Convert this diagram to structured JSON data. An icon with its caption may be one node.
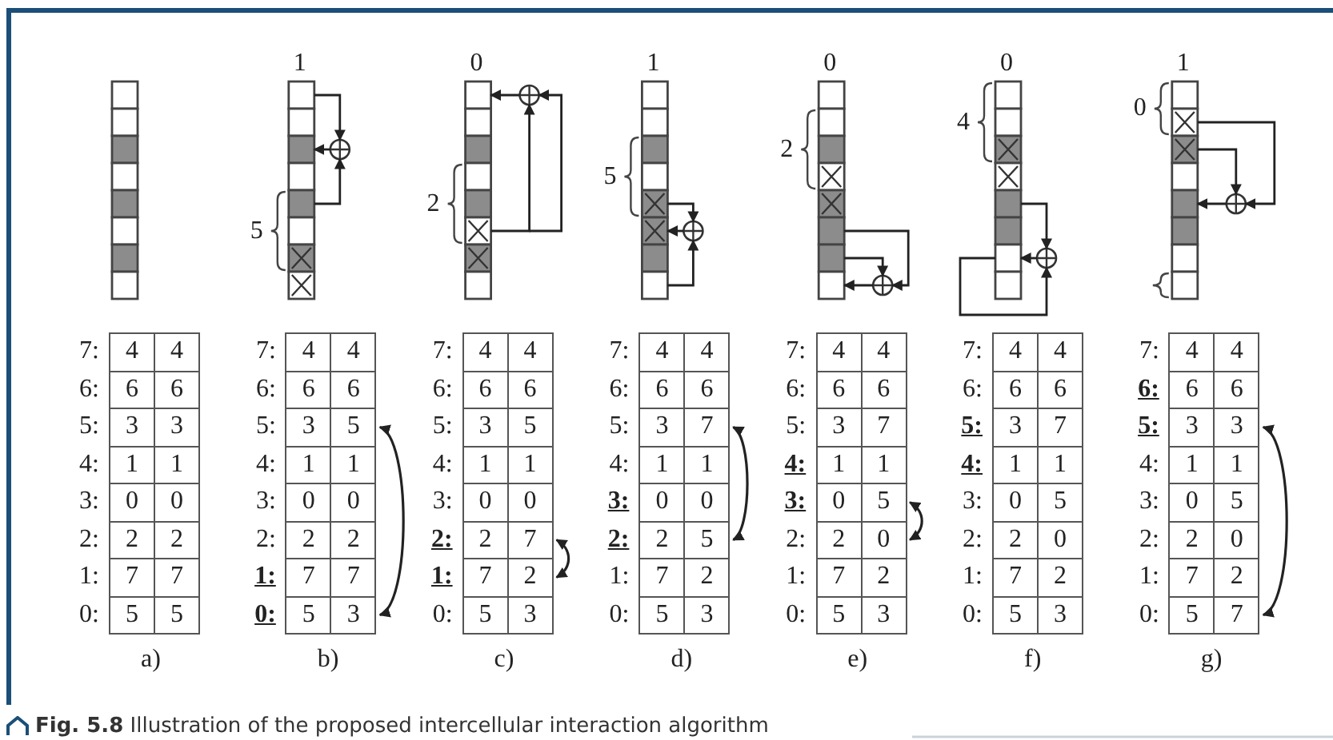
{
  "diagram": {
    "caption": "**Fig. 5.8** Illustration of the proposed intercellular interaction algorithm",
    "nodes": [
      {
        "text": [
          "5"
        ]
      },
      {
        "text": [
          "3"
        ]
      },
      {
        "text": [
          "7"
        ]
      },
      {
        "text": [
          "2"
        ]
      },
      {
        "text": [
          "7"
        ]
      },
      {
        "text": [
          "5"
        ]
      },
      {
        "text": [
          "5"
        ]
      },
      {
        "text": [
          "0"
        ]
      },
      {
        "text": [
          "3"
        ]
      },
      {
        "text": [
          "7"
        ]
      }
    ],
    "edges": [
      {
        "from": 0,
        "to": 1,
        "arrow": "both"
      },
      {
        "from": 2,
        "to": 3,
        "arrow": "both"
      },
      {
        "from": 4,
        "to": 5,
        "arrow": "both"
      },
      {
        "from": 6,
        "to": 7,
        "arrow": "both"
      },
      {
        "from": 8,
        "to": 9,
        "arrow": "both"
      }
    ],
    "labels": [
      "1",
      "0",
      "1",
      "0",
      "0",
      "1",
      "5",
      "2",
      "5",
      "2",
      "4",
      "0",
      "7:",
      "4",
      "4",
      "6:",
      "6",
      "6",
      "5:",
      "3",
      "3",
      "4:",
      "1",
      "1",
      "3:",
      "0",
      "0",
      "2:",
      "2",
      "2",
      "1:",
      "7",
      "7",
      "0:",
      "5",
      "5",
      "a)",
      "7:",
      "4",
      "4",
      "6:",
      "6",
      "6",
      "5:",
      "3",
      "4:",
      "1",
      "1",
      "3:",
      "0",
      "0",
      "2:",
      "2",
      "2",
      "1:",
      "7",
      "7",
      "0:",
      "5",
      "b)",
      "7:",
      "4",
      "4",
      "6:",
      "6",
      "6",
      "5:",
      "3",
      "5",
      "4:",
      "1",
      "1",
      "3:",
      "0",
      "0",
      "2:",
      "2",
      "1:",
      "7",
      "0:",
      "5",
      "3",
      "c)",
      "7:",
      "4",
      "4",
      "6:",
      "6",
      "6",
      "5:",
      "3",
      "4:",
      "1",
      "1",
      "3:",
      "0",
      "0",
      "2:",
      "2",
      "1:",
      "7",
      "2",
      "0:",
      "5",
      "3",
      "d)",
      "7:",
      "4",
      "4",
      "6:",
      "6",
      "6",
      "5:",
      "3",
      "7",
      "4:",
      "1",
      "1",
      "3:",
      "0",
      "2:",
      "2",
      "1:",
      "7",
      "2",
      "0:",
      "5",
      "3",
      "e)",
      "7:",
      "4",
      "4",
      "6:",
      "6",
      "6",
      "5:",
      "3",
      "7",
      "4:",
      "1",
      "1",
      "3:",
      "0",
      "5",
      "2:",
      "2",
      "0",
      "1:",
      "7",
      "2",
      "0:",
      "5",
      "3",
      "f)",
      "7:",
      "4",
      "4",
      "6:",
      "6",
      "6",
      "5:",
      "3",
      "4:",
      "1",
      "1",
      "3:",
      "0",
      "5",
      "2:",
      "2",
      "0",
      "1:",
      "7",
      "2",
      "0:",
      "5",
      "g)"
    ]
  }
}
